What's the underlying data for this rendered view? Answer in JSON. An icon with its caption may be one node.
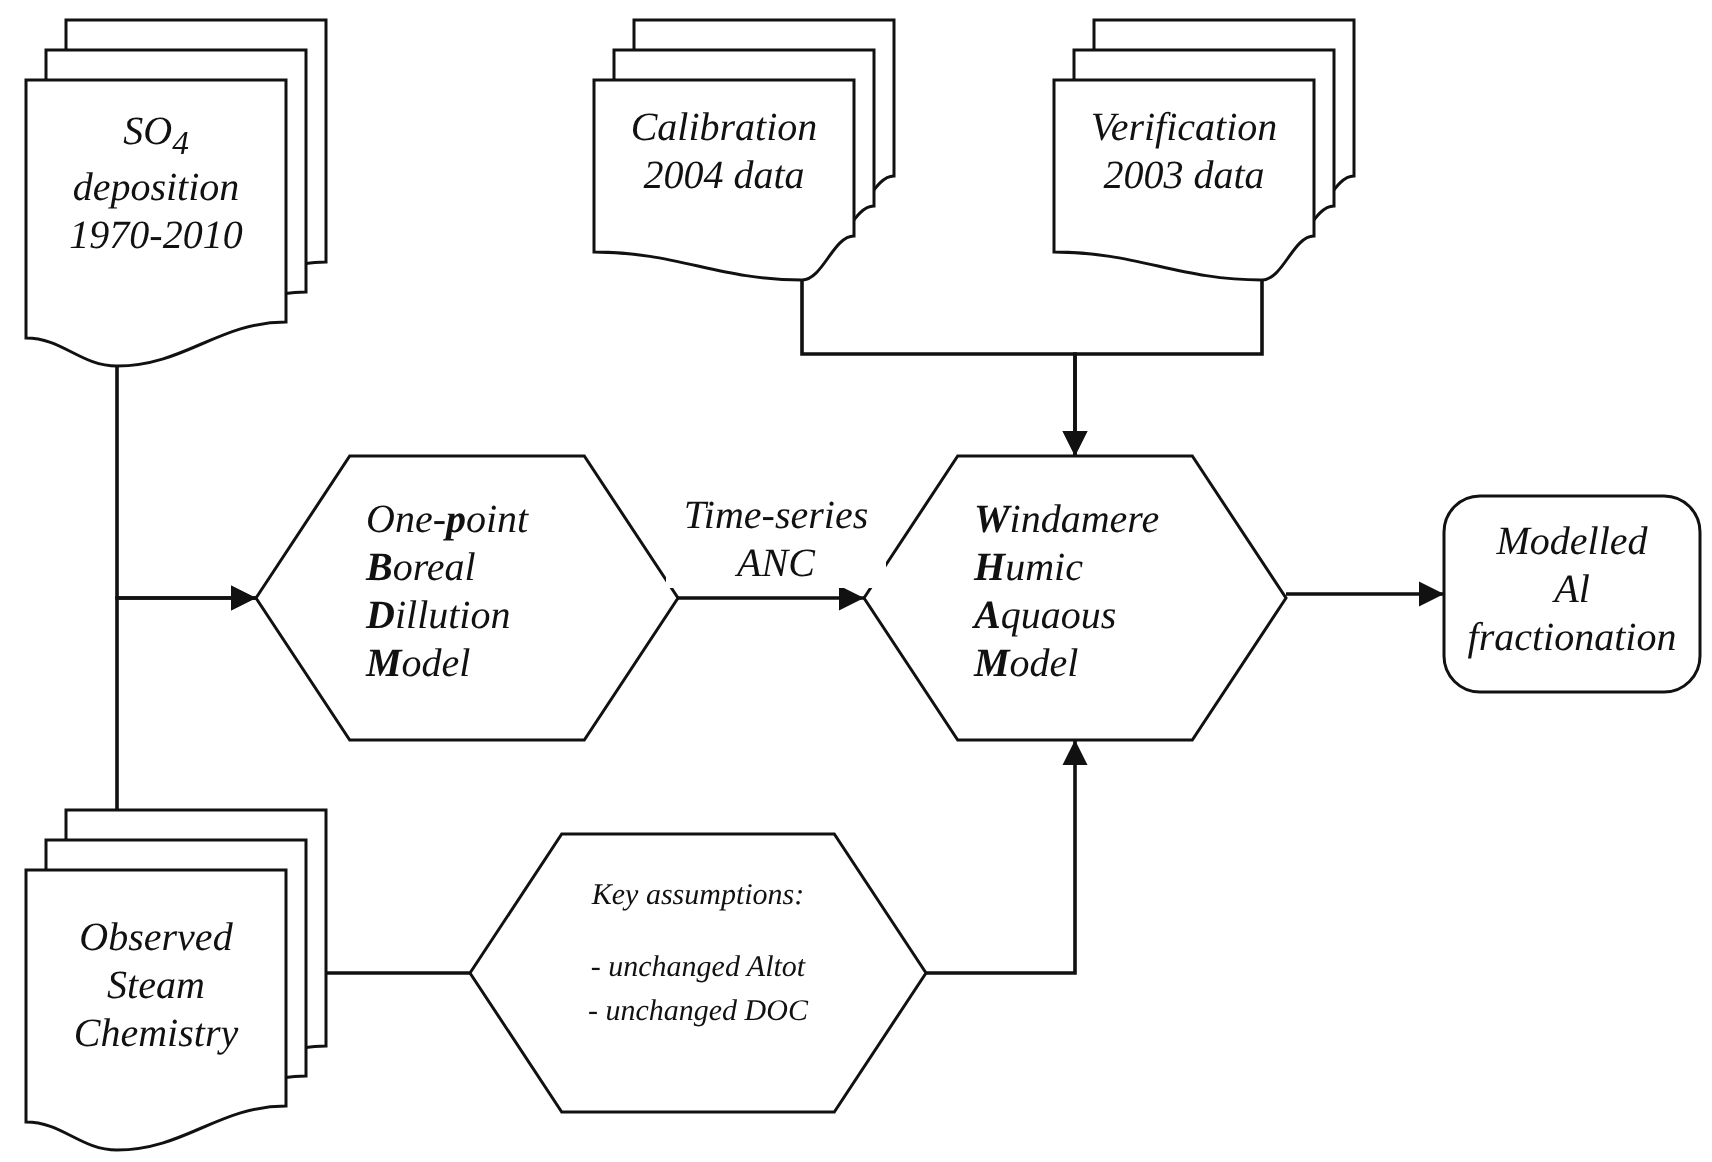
{
  "diagram": {
    "nodes": [
      {
        "text": [
          "SO$_{4}$ deposition 1970-2010"
        ]
      },
      {
        "text": [
          "*Calibration* 2004 data"
        ]
      },
      {
        "text": [
          "*Verification* 2003 data"
        ]
      },
      {
        "text": [
          "One-**p**oint **B**oreal **D**illution **M**odel"
        ]
      },
      {
        "text": [
          "**W**indamere **H**umic **A**quaous **M**odel"
        ]
      },
      {
        "text": [
          "Modelled Al fractionation"
        ]
      },
      {
        "text": [
          "Observed Steam Chemistry"
        ]
      },
      {
        "text": [
          "Key assumptions:",
          "- unchanged Altot",
          "- unchanged DOC"
        ]
      }
    ],
    "edges": [
      {
        "from": 0,
        "to": 3,
        "arrow": "to"
      },
      {
        "from": 6,
        "to": 3,
        "arrow": "to"
      },
      {
        "from": 1,
        "to": 4,
        "arrow": "to"
      },
      {
        "from": 2,
        "to": 4,
        "arrow": "to"
      },
      {
        "from": 3,
        "to": 4,
        "arrow": "to",
        "label": "Time-series ANC"
      },
      {
        "from": 4,
        "to": 5,
        "arrow": "to"
      },
      {
        "from": 6,
        "to": 7,
        "arrow": "none"
      },
      {
        "from": 7,
        "to": 4,
        "arrow": "to"
      }
    ]
  }
}
